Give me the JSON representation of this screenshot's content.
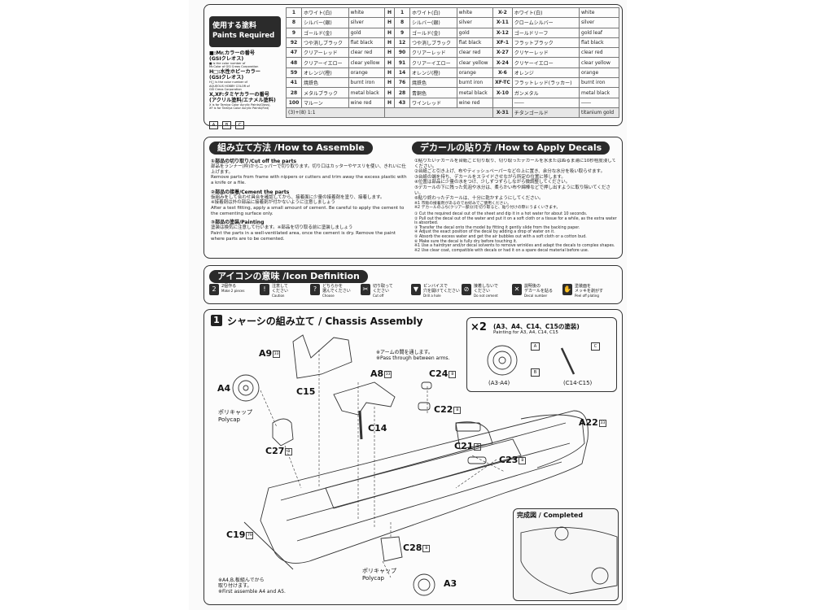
{
  "paints": {
    "title_jp": "使用する塗料",
    "title_en": "Paints Required",
    "legend": [
      {
        "title": "■:Mr.カラーの番号\n(GSIクレオス)",
        "sub": "■ is the color number of\nMr.Color of GSI Creos Corporation"
      },
      {
        "title": "H□:水性ホビーカラー\n(GSIクレオス)",
        "sub": "H□ is the color number of\nAQUEOUS HOBBY COLOR of\nGSI Creos Corporation"
      },
      {
        "title": "X,XF:タミヤカラーの番号\n(アクリル塗料/エナメル塗料)",
        "sub": "X is for Tamiya Color Acrylic Paints(Gloss),\nXF is for Tamiya Color Acrylic Paints(Flat)"
      }
    ],
    "legend_boxes": [
      "A",
      "B",
      "C"
    ],
    "col1": [
      {
        "code": "1",
        "jp": "ホワイト(白)",
        "en": "white"
      },
      {
        "code": "8",
        "jp": "シルバー(銀)",
        "en": "silver"
      },
      {
        "code": "9",
        "jp": "ゴールド(金)",
        "en": "gold"
      },
      {
        "code": "92",
        "jp": "つや消しブラック",
        "en": "flat black"
      },
      {
        "code": "47",
        "jp": "クリアーレッド",
        "en": "clear red"
      },
      {
        "code": "48",
        "jp": "クリアーイエロー",
        "en": "clear yellow"
      },
      {
        "code": "59",
        "jp": "オレンジ(橙)",
        "en": "orange"
      },
      {
        "code": "41",
        "jp": "焼鉄色",
        "en": "burnt iron"
      },
      {
        "code": "28",
        "jp": "メタルブラック",
        "en": "metal black"
      },
      {
        "code": "100",
        "jp": "マルーン",
        "en": "wine red"
      }
    ],
    "col2": [
      {
        "code": "1",
        "jp": "ホワイト(白)",
        "en": "white"
      },
      {
        "code": "8",
        "jp": "シルバー(銀)",
        "en": "silver"
      },
      {
        "code": "9",
        "jp": "ゴールド(金)",
        "en": "gold"
      },
      {
        "code": "12",
        "jp": "つや消しブラック",
        "en": "flat black"
      },
      {
        "code": "90",
        "jp": "クリアーレッド",
        "en": "clear red"
      },
      {
        "code": "91",
        "jp": "クリアーイエロー",
        "en": "clear yellow"
      },
      {
        "code": "14",
        "jp": "オレンジ(橙)",
        "en": "orange"
      },
      {
        "code": "76",
        "jp": "焼鉄色",
        "en": "burnt iron"
      },
      {
        "code": "28",
        "jp": "青銅色",
        "en": "metal black"
      },
      {
        "code": "43",
        "jp": "ワインレッド",
        "en": "wine red"
      }
    ],
    "col3": [
      {
        "code": "X-2",
        "jp": "ホワイト(白)",
        "en": "white"
      },
      {
        "code": "X-11",
        "jp": "クロームシルバー",
        "en": "silver"
      },
      {
        "code": "X-12",
        "jp": "ゴールドリーフ",
        "en": "gold leaf"
      },
      {
        "code": "XF-1",
        "jp": "フラットブラック",
        "en": "flat black"
      },
      {
        "code": "X-27",
        "jp": "クリヤーレッド",
        "en": "clear red"
      },
      {
        "code": "X-24",
        "jp": "クリヤーイエロー",
        "en": "clear yellow"
      },
      {
        "code": "X-6",
        "jp": "オレンジ",
        "en": "orange"
      },
      {
        "code": "XF-TC",
        "jp": "フラットレッド(ラッカー)",
        "en": "burnt iron"
      },
      {
        "code": "X-10",
        "jp": "ガンメタル",
        "en": "metal black"
      },
      {
        "code": "",
        "jp": "――",
        "en": "――"
      }
    ],
    "footer_col1": "(3)+(8) 1:1",
    "footer_col3_code": "X-31",
    "footer_col3_jp": "チタンゴールド",
    "footer_col3_en": "titanium gold"
  },
  "assemble": {
    "title": "組み立て方法 /How to Assemble",
    "s1_title": "①部品の切り取り/Cut off the parts",
    "s1_jp": "部品をランナー(枠)からニッパーで切り取ります。切り口はカッターやヤスリを使い、きれいに仕上げます。",
    "s1_en": "Remove parts from frame with nippers or cutters and trim away the excess plastic with a knife or a file.",
    "s2_title": "②部品の接着/Cement the parts",
    "s2_jp": "仮組みをして合わせ具合を確認してから、接着面に少量の接着剤を塗り、接着します。",
    "s2_note": "※接着剤は外の部品に接着剤が付かないように注意しましょう",
    "s2_en": "After a test fitting, apply a small amount of cement. Be careful to apply the cement to the cementing surface only.",
    "s3_title": "③部品の塗装/Painting",
    "s3_jp": "塗装は換気に注意して行います。※部品を切り取る前に塗装しましょう",
    "s3_en": "Paint the parts in a well-ventilated area, once the cement is dry. Remove the paint where parts are to be cemented."
  },
  "decals": {
    "title": "デカールの貼り方 /How to Apply Decals",
    "jp_lines": [
      "①貼りたいデカールを台紙ごと切り取り、切り取ったデカールを水またはぬるま湯に10秒程度浸してください。",
      "②台紙ごと引き上げ、布やティッシュペーパーなどの上に置き、余分な水分を吸い取らせます。",
      "③台紙の端を持ち、デカールをスライドさせながら所定の位置に移します。",
      "④位置は部品に少量の水をつけ、少しずつずらしながら微調整してください。",
      "⑤デカールの下に残った気泡や水分は、柔らかい布や綿棒などで押し出すように取り除いてください。",
      "⑥貼り終わったデカールは、十分に乾かすようにしてください。"
    ],
    "jp_notes": "※1 市販の接着剤があるのでお好みでご使用ください。\n※2 デカールのふち(クリアー部分)を切り取ると、貼り付けの際にうまくいきます。",
    "en_lines": [
      "① Cut the required decal out of the sheet and dip it in a hot water for about 10 seconds.",
      "② Pull out the decal out of the water and put it on a soft cloth or a tissue for a while, as the extra water is absorbed.",
      "③ Transfer the decal onto the model by fitting it gently slide from the backing paper.",
      "④ Adjust the exact position of the decal by adding a drop of water on it.",
      "⑤ Absorb the excess water and get the air bubbles out with a soft cloth or a cotton bud.",
      "⑥ Make sure the decal is fully dry before touching it."
    ],
    "en_notes": "※1 Use a hairdryer and/or decal solvents to remove wrinkles and adapt the decals to complex shapes.\n※2 Use clear coat, compatible with decals or had it on a spare decal material before use."
  },
  "icons": {
    "title": "アイコンの意味 /Icon Definition",
    "items": [
      {
        "glyph": "2",
        "jp": "2個作る",
        "en": "Make 2 pieces"
      },
      {
        "glyph": "!",
        "jp": "注意して\nください",
        "en": "Caution"
      },
      {
        "glyph": "?",
        "jp": "どちらかを\n選んでください",
        "en": "Choose"
      },
      {
        "glyph": "✂",
        "jp": "切り取って\nください",
        "en": "Cut off"
      },
      {
        "glyph": "▼",
        "jp": "ピンバイスで\n穴を開けてください",
        "en": "Drill a hole"
      },
      {
        "glyph": "⊘",
        "jp": "接着しないで\nください",
        "en": "Do not cement"
      },
      {
        "glyph": "✕",
        "jp": "説明後の\nデカールを貼る",
        "en": "Decal number"
      },
      {
        "glyph": "✋",
        "jp": "塗装面を\nメッキを剥がす",
        "en": "Peel off plating"
      }
    ]
  },
  "chassis": {
    "step_number": "1",
    "title": "シャーシの組み立て / Chassis Assembly",
    "note_top_jp": "※アームの間を通します。",
    "note_top_en": "※Pass through between arms.",
    "inset_count": "×2",
    "inset_title": "(A3、A4、C14、C15の塗装)",
    "inset_sub": "Painting for A3, A4, C14, C15",
    "inset_caption_left": "(A3·A4)",
    "inset_caption_right": "(C14·C15)",
    "inset_box_A": "A",
    "inset_box_B": "B",
    "inset_box_C": "C",
    "completed": "完成図 / Completed",
    "polycap_top_jp": "ポリキャップ",
    "polycap_top_en": "Polycap",
    "polycap_bottom_jp": "ポリキャップ",
    "polycap_bottom_en": "Polycap",
    "note_bottom_jp": "※A4,B,板組んでから\n取り付けます。",
    "note_bottom_en": "※First assemble A4 and A5.",
    "parts": [
      {
        "id": "A9",
        "code": "33"
      },
      {
        "id": "A4",
        "code": ""
      },
      {
        "id": "A8",
        "code": "33"
      },
      {
        "id": "C24",
        "code": "B"
      },
      {
        "id": "C15",
        "code": ""
      },
      {
        "id": "C22",
        "code": "B"
      },
      {
        "id": "C14",
        "code": ""
      },
      {
        "id": "A22",
        "code": "33"
      },
      {
        "id": "C27",
        "code": "B"
      },
      {
        "id": "C21",
        "code": "B"
      },
      {
        "id": "C23",
        "code": "B"
      },
      {
        "id": "C19",
        "code": "79"
      },
      {
        "id": "C28",
        "code": "B"
      },
      {
        "id": "A3",
        "code": ""
      }
    ]
  }
}
